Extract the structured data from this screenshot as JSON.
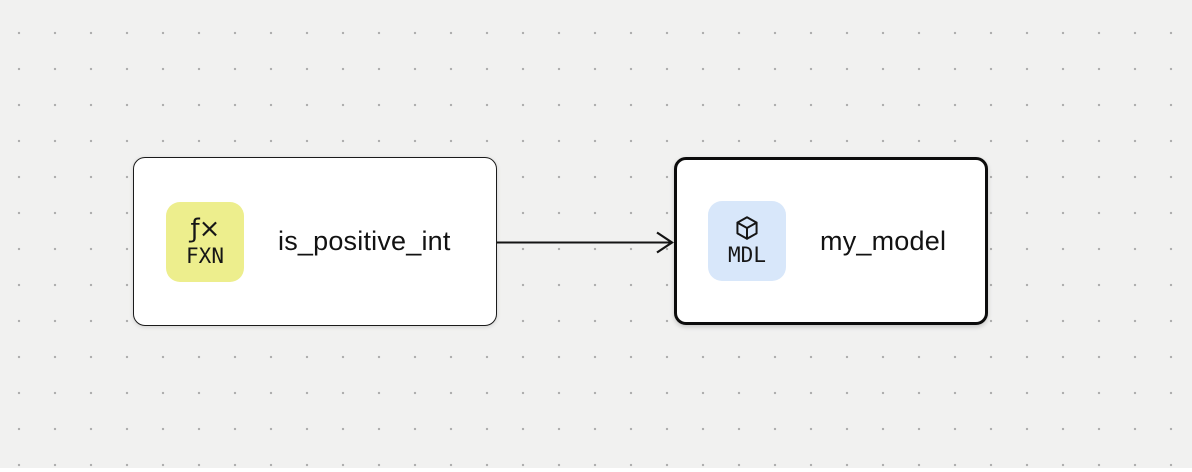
{
  "canvas": {
    "background_color": "#F1F1F0",
    "dot_color": "#ACACAC"
  },
  "nodes": [
    {
      "label": "is_positive_int",
      "type_tag": "FXN",
      "icon": "function-icon",
      "icon_glyph": "ƒ×",
      "badge_color": "#EDEE8D",
      "selected": false
    },
    {
      "label": "my_model",
      "type_tag": "MDL",
      "icon": "cube-icon",
      "badge_color": "#D8E7FA",
      "selected": true
    }
  ],
  "edges": [
    {
      "from": "is_positive_int",
      "to": "my_model",
      "arrow": "right"
    }
  ]
}
